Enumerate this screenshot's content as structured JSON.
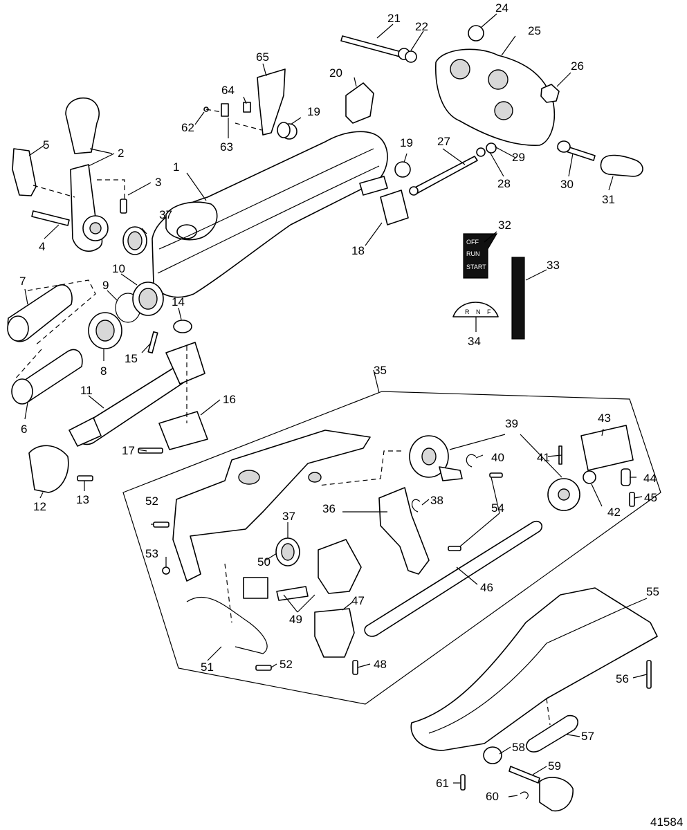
{
  "figure_number": "41584",
  "decal_ignition": [
    "OFF",
    "RUN",
    "START"
  ],
  "shift_indicator": [
    "R",
    "N",
    "F"
  ],
  "callouts": [
    {
      "n": "1"
    },
    {
      "n": "2"
    },
    {
      "n": "3"
    },
    {
      "n": "4"
    },
    {
      "n": "5"
    },
    {
      "n": "6"
    },
    {
      "n": "7"
    },
    {
      "n": "8"
    },
    {
      "n": "9"
    },
    {
      "n": "10"
    },
    {
      "n": "11"
    },
    {
      "n": "12"
    },
    {
      "n": "13"
    },
    {
      "n": "14"
    },
    {
      "n": "15"
    },
    {
      "n": "16"
    },
    {
      "n": "17"
    },
    {
      "n": "18"
    },
    {
      "n": "19"
    },
    {
      "n": "19"
    },
    {
      "n": "20"
    },
    {
      "n": "21"
    },
    {
      "n": "22"
    },
    {
      "n": "24"
    },
    {
      "n": "25"
    },
    {
      "n": "26"
    },
    {
      "n": "27"
    },
    {
      "n": "28"
    },
    {
      "n": "29"
    },
    {
      "n": "30"
    },
    {
      "n": "31"
    },
    {
      "n": "32"
    },
    {
      "n": "33"
    },
    {
      "n": "34"
    },
    {
      "n": "35"
    },
    {
      "n": "36"
    },
    {
      "n": "37"
    },
    {
      "n": "37"
    },
    {
      "n": "38"
    },
    {
      "n": "39"
    },
    {
      "n": "40"
    },
    {
      "n": "41"
    },
    {
      "n": "42"
    },
    {
      "n": "43"
    },
    {
      "n": "44"
    },
    {
      "n": "45"
    },
    {
      "n": "46"
    },
    {
      "n": "47"
    },
    {
      "n": "48"
    },
    {
      "n": "49"
    },
    {
      "n": "50"
    },
    {
      "n": "51"
    },
    {
      "n": "52"
    },
    {
      "n": "52"
    },
    {
      "n": "53"
    },
    {
      "n": "54"
    },
    {
      "n": "55"
    },
    {
      "n": "56"
    },
    {
      "n": "57"
    },
    {
      "n": "58"
    },
    {
      "n": "59"
    },
    {
      "n": "60"
    },
    {
      "n": "61"
    },
    {
      "n": "62"
    },
    {
      "n": "63"
    },
    {
      "n": "64"
    },
    {
      "n": "65"
    }
  ]
}
